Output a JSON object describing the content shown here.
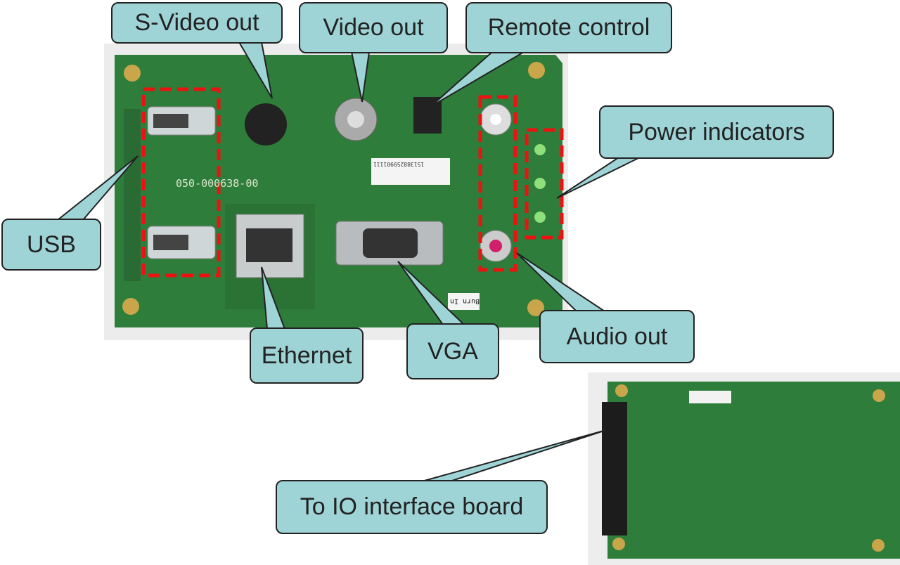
{
  "callouts": {
    "svideo": "S-Video out",
    "video": "Video out",
    "remote": "Remote control",
    "power": "Power indicators",
    "usb": "USB",
    "ethernet": "Ethernet",
    "vga": "VGA",
    "audio": "Audio out",
    "io": "To IO interface board"
  },
  "board_text": {
    "part_number": "050-000638-00",
    "label": "Burn In",
    "barcode": "151388259901111"
  },
  "colors": {
    "callout_fill": "#9fd4d7",
    "pcb_green": "#2f7d3a",
    "highlight_red": "#ee1111"
  }
}
